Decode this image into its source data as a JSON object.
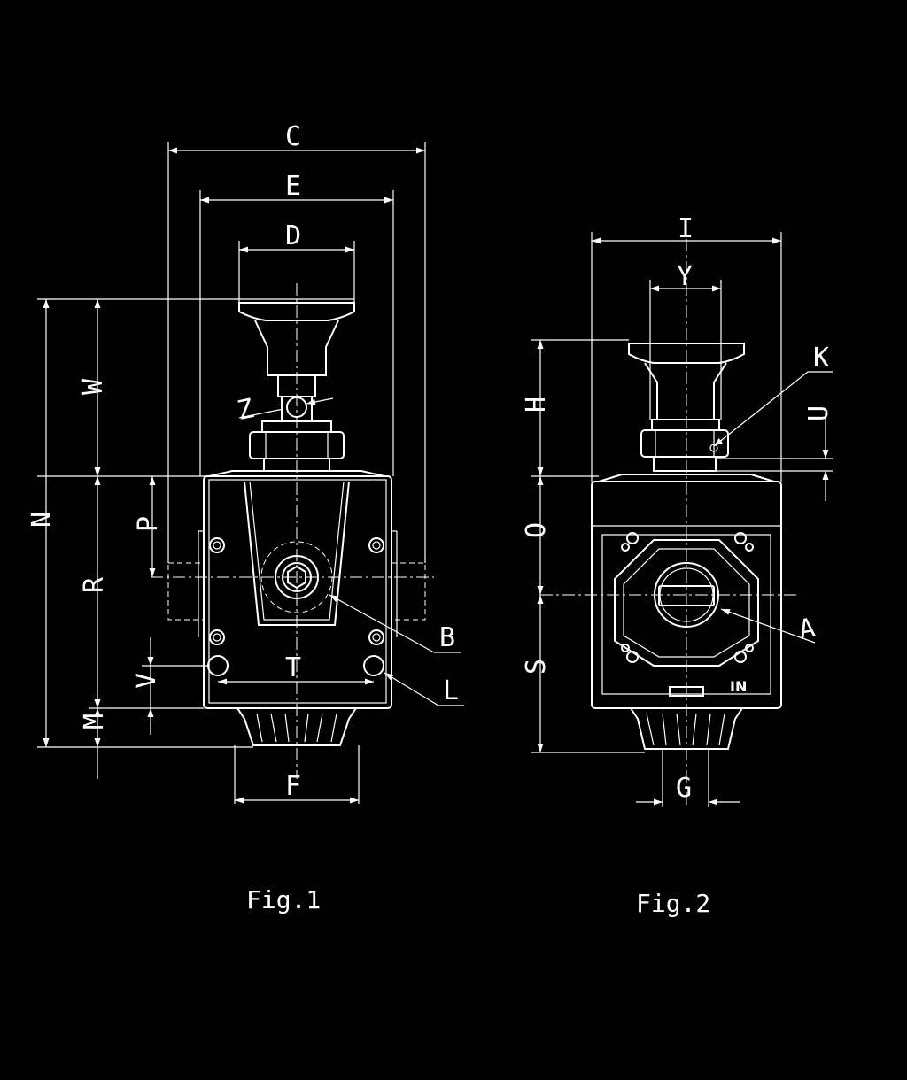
{
  "fig1": {
    "caption": "Fig.1",
    "labels": {
      "C": "C",
      "E": "E",
      "D": "D",
      "Z": "Z",
      "W": "W",
      "N": "N",
      "P": "P",
      "R": "R",
      "V": "V",
      "M": "M",
      "T": "T",
      "F": "F",
      "B": "B",
      "L": "L"
    }
  },
  "fig2": {
    "caption": "Fig.2",
    "labels": {
      "I": "I",
      "Y": "Y",
      "K": "K",
      "H": "H",
      "U": "U",
      "O": "O",
      "A": "A",
      "S": "S",
      "G": "G"
    },
    "badge": "IN"
  }
}
